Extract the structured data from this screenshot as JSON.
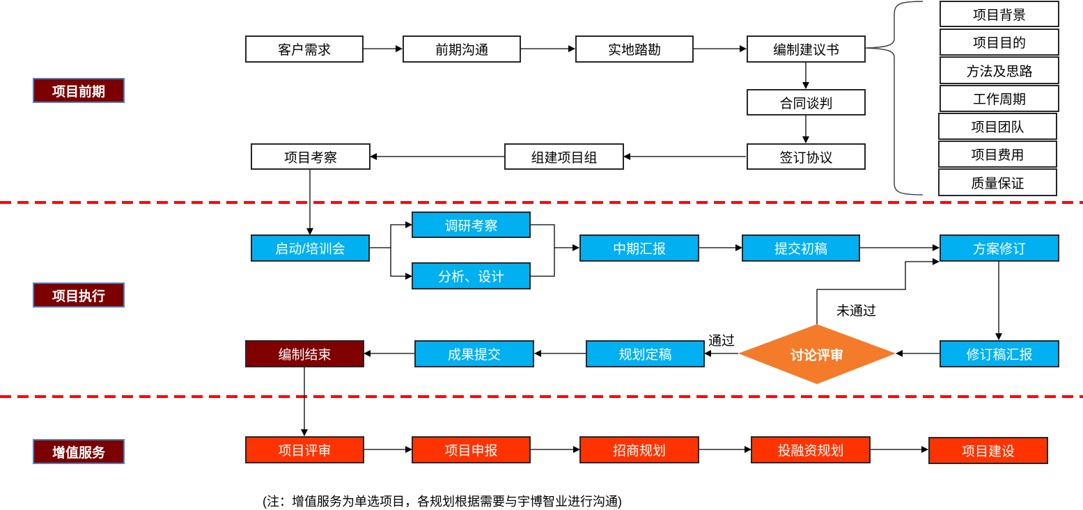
{
  "phases": {
    "early": "项目前期",
    "execution": "项目执行",
    "value_added": "增值服务"
  },
  "early": {
    "customer_demand": "客户需求",
    "initial_communication": "前期沟通",
    "site_survey": "实地踏勘",
    "proposal": "编制建议书",
    "contract_negotiation": "合同谈判",
    "sign_agreement": "签订协议",
    "form_team": "组建项目组",
    "project_inspection": "项目考察",
    "proposal_contents": [
      "项目背景",
      "项目目的",
      "方法及思路",
      "工作周期",
      "项目团队",
      "项目费用",
      "质量保证"
    ]
  },
  "execution": {
    "kickoff": "启动/培训会",
    "research": "调研考察",
    "analysis": "分析、设计",
    "midterm_report": "中期汇报",
    "submit_draft": "提交初稿",
    "revise_plan": "方案修订",
    "revision_report": "修订稿汇报",
    "review": "讨论评审",
    "not_passed": "未通过",
    "passed": "通过",
    "finalize_plan": "规划定稿",
    "submit_results": "成果提交",
    "compile_end": "编制结束"
  },
  "value_added": {
    "project_review": "项目评审",
    "project_application": "项目申报",
    "investment_attraction": "招商规划",
    "financing_plan": "投融资规划",
    "project_construction": "项目建设"
  },
  "note": "(注：增值服务为单选项目，各规划根据需要与宇博智业进行沟通)",
  "colors": {
    "phase_label": "#7b0000",
    "execution_box": "#00b0f0",
    "value_box": "#ff3300",
    "end_box": "#800000",
    "diamond": "#f47b2a",
    "divider": "#ff0000"
  }
}
